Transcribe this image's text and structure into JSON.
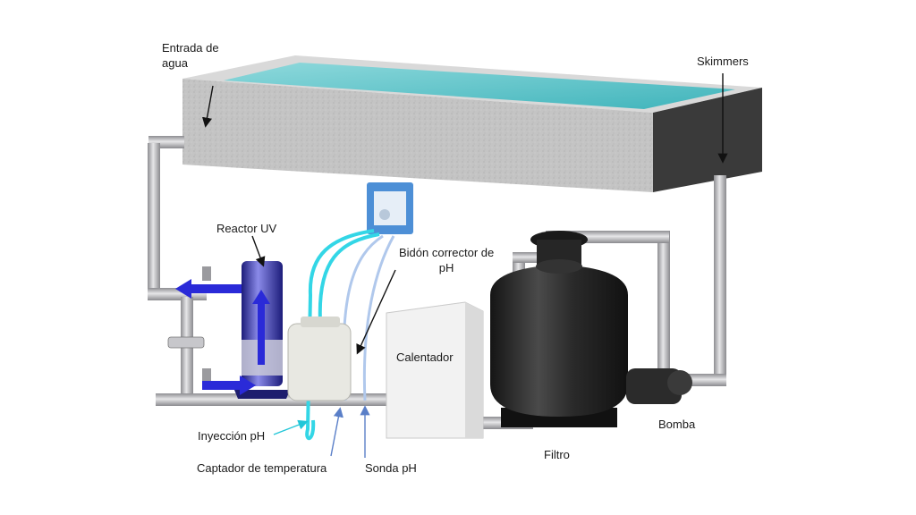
{
  "labels": {
    "entrada_line1": "Entrada de",
    "entrada_line2": "agua",
    "skimmers": "Skimmers",
    "reactor_uv": "Reactor UV",
    "bidon_line1": "Bidón corrector de",
    "bidon_line2": "pH",
    "calentador": "Calentador",
    "inyeccion": "Inyección pH",
    "captador": "Captador de temperatura",
    "sonda": "Sonda pH",
    "filtro": "Filtro",
    "bomba": "Bomba"
  },
  "colors": {
    "pool_wall": "#b9b9b9",
    "water": "#5cc3c7",
    "pipe": "#a9a9ad",
    "filter_body": "#2b2b2b",
    "uv_blue": "#2a2aa8",
    "cyan_hose": "#33d6e6",
    "probe_line": "#9ab8e0"
  }
}
